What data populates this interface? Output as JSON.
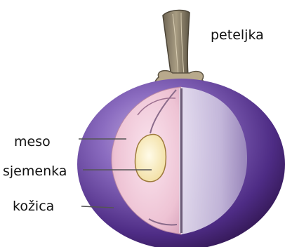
{
  "labels": {
    "stem": "peteljka",
    "flesh": "meso",
    "seed": "sjemenka",
    "skin": "kožica"
  },
  "colors": {
    "skin_dark": "#3b1c5e",
    "skin_mid": "#6a4a9a",
    "skin_light": "#a98ccf",
    "flesh": "#eec7d6",
    "flesh_inner": "#f8dfe9",
    "cut_face": "#cfc6e0",
    "seed": "#fff2c8",
    "stem": "#8a806b",
    "leader_line": "#555555"
  }
}
